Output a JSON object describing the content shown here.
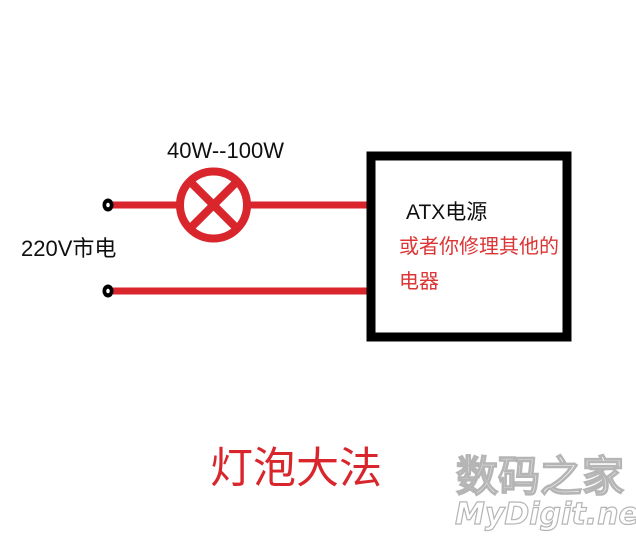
{
  "diagram": {
    "lamp_label": "40W--100W",
    "mains_label": "220V市电",
    "box": {
      "title": "ATX电源",
      "note_line1": "或者你修理其他的",
      "note_line2": "电器"
    },
    "caption": "灯泡大法",
    "colors": {
      "wire_red": "#d8262c",
      "caption_red": "#d8262c",
      "note_red": "#dc3535",
      "ink_black": "#000000",
      "watermark_gray": "#b5b5b5",
      "background": "#ffffff"
    }
  },
  "watermark": {
    "site_name": "数码之家",
    "site_domain": "MyDigit.net"
  }
}
